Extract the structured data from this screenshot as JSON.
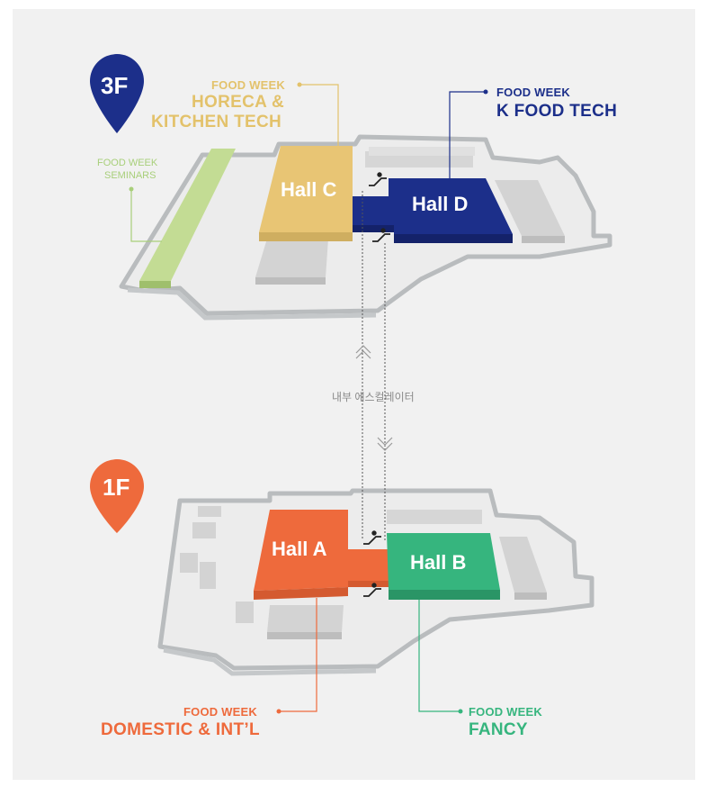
{
  "floors": {
    "upper": {
      "pin_label": "3F",
      "pin_color": "#1c2f8a",
      "halls": [
        {
          "id": "C",
          "label": "Hall C",
          "color": "#e8c574"
        },
        {
          "id": "D",
          "label": "Hall D",
          "color": "#1c2f8a"
        }
      ],
      "callouts": {
        "horeca": {
          "small": "FOOD WEEK",
          "big_line1": "HORECA &",
          "big_line2": "KITCHEN TECH",
          "color": "#e3c26b"
        },
        "kfood": {
          "small": "FOOD WEEK",
          "big": "K FOOD TECH",
          "color": "#1c2f8a"
        },
        "seminars": {
          "line1": "FOOD WEEK",
          "line2": "SEMINARS",
          "color": "#a8cf7a"
        }
      }
    },
    "lower": {
      "pin_label": "1F",
      "pin_color": "#ee6a3c",
      "halls": [
        {
          "id": "A",
          "label": "Hall A",
          "color": "#ee6a3c"
        },
        {
          "id": "B",
          "label": "Hall B",
          "color": "#36b57e"
        }
      ],
      "callouts": {
        "domestic": {
          "small": "FOOD WEEK",
          "big": "DOMESTIC & INT’L",
          "color": "#ee6a3c"
        },
        "fancy": {
          "small": "FOOD WEEK",
          "big": "FANCY",
          "color": "#36b57e"
        }
      }
    }
  },
  "escalator_label": "내부 에스컬레이터",
  "icons": [
    "location-pin-icon",
    "escalator-icon",
    "chevron-up-icon",
    "chevron-down-icon"
  ]
}
